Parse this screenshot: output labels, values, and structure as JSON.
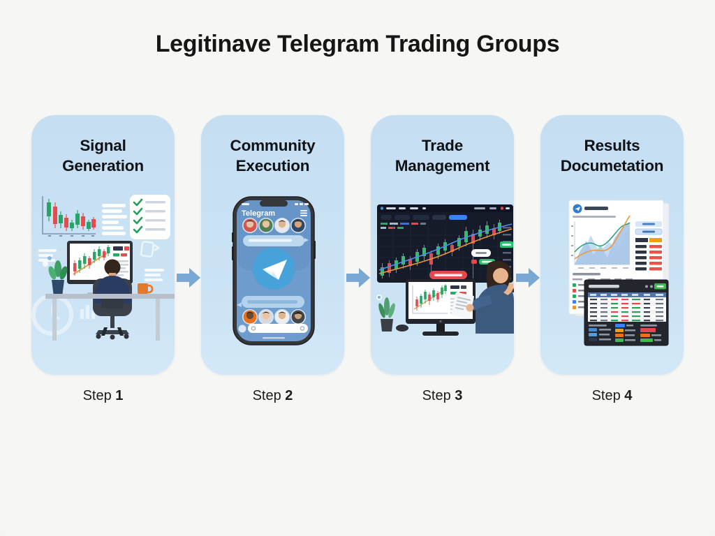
{
  "title": "Legitinave Telegram Trading Groups",
  "steps": [
    {
      "line1": "Signal",
      "line2": "Generation",
      "step_label": "Step",
      "step_number": "1"
    },
    {
      "line1": "Community",
      "line2": "Execution",
      "step_label": "Step",
      "step_number": "2"
    },
    {
      "line1": "Trade",
      "line2": "Management",
      "step_label": "Step",
      "step_number": "3"
    },
    {
      "line1": "Results",
      "line2": "Documetation",
      "step_label": "Step",
      "step_number": "4"
    }
  ],
  "phone": {
    "app_name": "Telegram"
  },
  "icons": [
    "candlestick-chart-icon",
    "text-lines-icon",
    "checklist-icon",
    "clock-icon",
    "bar-chart-icon",
    "telegram-logo-icon",
    "hamburger-menu-icon",
    "avatar",
    "chat-bubble",
    "search-input",
    "trading-dashboard",
    "monitor",
    "document-page",
    "report-panel",
    "arrow-right-icon"
  ],
  "colors": {
    "background": "#f2f3f1",
    "card_bg": "#c7e0f3",
    "arrow": "#78a8d3",
    "telegram_blue": "#47a2d9",
    "candle_green": "#27a567",
    "candle_red": "#e04f4f",
    "title_text": "#161616"
  }
}
